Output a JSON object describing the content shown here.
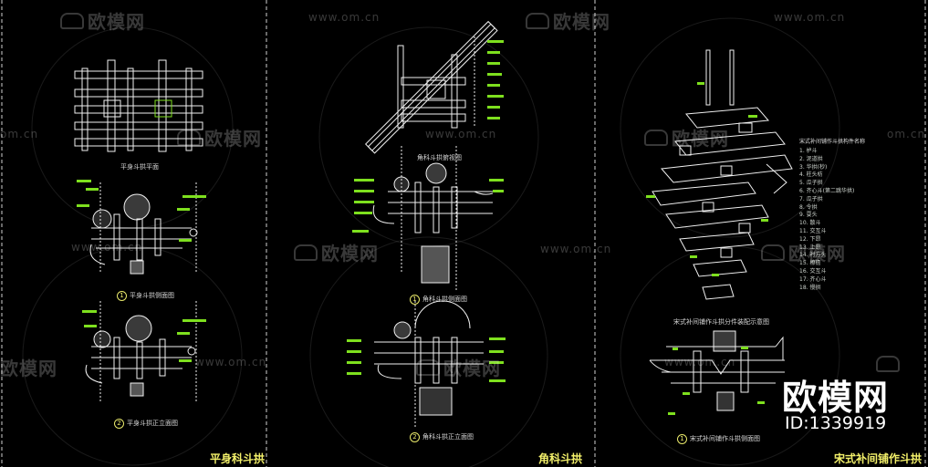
{
  "watermark": {
    "brand": "欧模网",
    "url": "www.om.cn",
    "url_short": "om.cn"
  },
  "panels": [
    {
      "title": "平身科斗拱",
      "captions": [
        "平身斗拱平面",
        "平身斗拱侧面图",
        "平身斗拱正立面图"
      ],
      "numbers": [
        "1",
        "2"
      ]
    },
    {
      "title": "角科斗拱",
      "captions": [
        "角科斗拱俯视图",
        "角科斗拱侧面图",
        "角科斗拱正立面图"
      ],
      "numbers": [
        "1",
        "2"
      ]
    },
    {
      "title": "宋式补间铺作斗拱",
      "captions": [
        "宋式补间铺作斗拱分件装配示意图",
        "宋式补间铺作斗拱侧面图"
      ],
      "numbers": [
        "1"
      ]
    }
  ],
  "legend": {
    "title": "宋式补间铺作斗拱构件名称",
    "items": [
      "1. 栌斗",
      "2. 泥道拱",
      "3. 华拱(杪)",
      "4. 柱头枋",
      "5. 瓜子拱",
      "6. 齐心斗(第二跳华拱)",
      "7. 瓜子拱",
      "8. 令拱",
      "9. 耍头",
      "10. 散斗",
      "11. 交互斗",
      "12. 下昂",
      "13. 上昂",
      "14. 衬方头",
      "15. 橑檐",
      "16. 交互斗",
      "17. 齐心斗",
      "18. 慢拱"
    ]
  },
  "badge": {
    "brand": "欧模网",
    "id": "ID:1339919"
  },
  "colors": {
    "background": "#000000",
    "line": "#ffffff",
    "accent_green": "#7ee01e",
    "title_yellow": "#f3f06a",
    "frame_dash": "#d0d0d0"
  }
}
